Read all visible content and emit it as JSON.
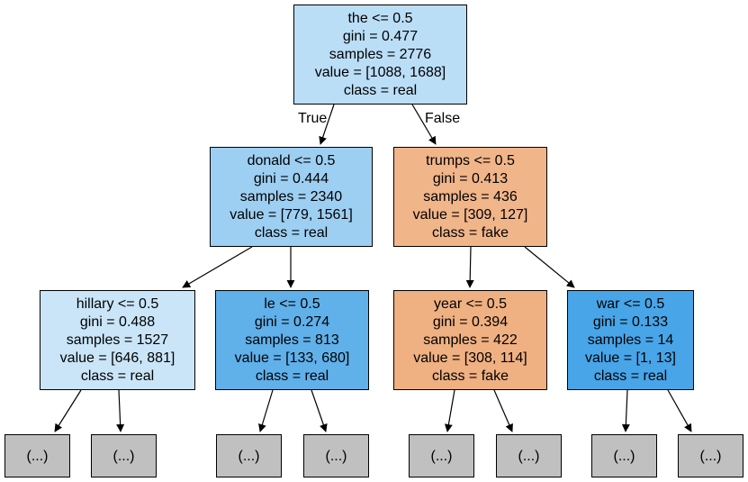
{
  "tree": {
    "edge_labels": {
      "true_label": "True",
      "false_label": "False"
    },
    "nodes": [
      {
        "id": "n0",
        "lines": [
          "the <= 0.5",
          "gini = 0.477",
          "samples = 2776",
          "value = [1088, 1688]",
          "class = real"
        ],
        "fill": "#bbdef7"
      },
      {
        "id": "n1",
        "lines": [
          "donald <= 0.5",
          "gini = 0.444",
          "samples = 2340",
          "value = [779, 1561]",
          "class = real"
        ],
        "fill": "#9dcff2"
      },
      {
        "id": "n2",
        "lines": [
          "trumps <= 0.5",
          "gini = 0.413",
          "samples = 436",
          "value = [309, 127]",
          "class = fake"
        ],
        "fill": "#f1b58a"
      },
      {
        "id": "n3",
        "lines": [
          "hillary <= 0.5",
          "gini = 0.488",
          "samples = 1527",
          "value = [646, 881]",
          "class = real"
        ],
        "fill": "#cae5f8"
      },
      {
        "id": "n4",
        "lines": [
          "le <= 0.5",
          "gini = 0.274",
          "samples = 813",
          "value = [133, 680]",
          "class = real"
        ],
        "fill": "#60b0ea"
      },
      {
        "id": "n5",
        "lines": [
          "year <= 0.5",
          "gini = 0.394",
          "samples = 422",
          "value = [308, 114]",
          "class = fake"
        ],
        "fill": "#efb082"
      },
      {
        "id": "n6",
        "lines": [
          "war <= 0.5",
          "gini = 0.133",
          "samples = 14",
          "value = [1, 13]",
          "class = real"
        ],
        "fill": "#48a5e7"
      }
    ],
    "truncated_label": "(...)",
    "truncated_fill": "#c0c0c0",
    "border_color": "#000000"
  }
}
